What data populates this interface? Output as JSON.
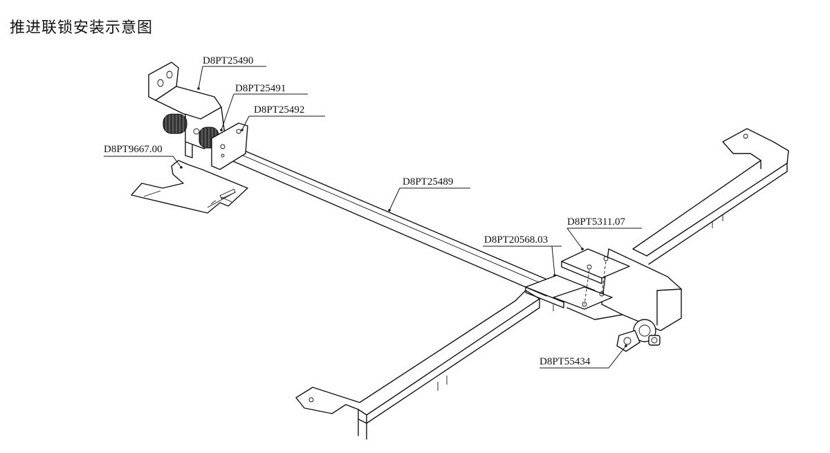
{
  "title": "推进联锁安装示意图",
  "labels": {
    "p25490": "D8PT25490",
    "p25491": "D8PT25491",
    "p25492": "D8PT25492",
    "p9667": "D8PT9667.00",
    "p25489": "D8PT25489",
    "p5311": "D8PT5311.07",
    "p20568": "D8PT20568.03",
    "p55434": "D8PT55434"
  }
}
